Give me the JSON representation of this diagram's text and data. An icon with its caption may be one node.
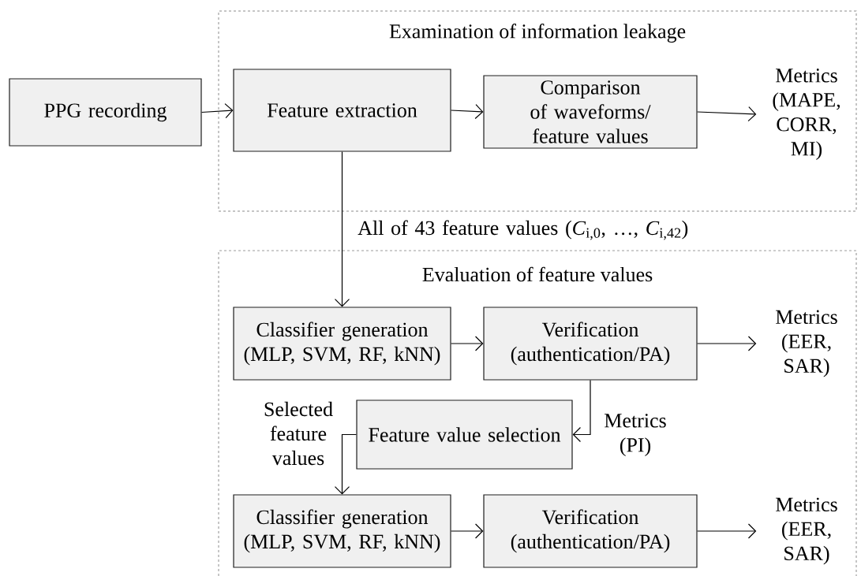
{
  "diagram": {
    "nodes": [
      {
        "text": [
          "PPG recording"
        ]
      },
      {
        "text": [
          "Examination of information leakage"
        ]
      },
      {
        "text": [
          "Feature extraction"
        ],
        "in": 1
      },
      {
        "text": [
          "Comparison of waveforms/ feature values"
        ],
        "in": 1
      },
      {
        "text": [
          "Metrics (MAPE, CORR, MI)"
        ],
        "in": 1
      },
      {
        "text": [
          "Evaluation of feature values"
        ]
      },
      {
        "text": [
          "Classifier generation (MLP, SVM, RF, kNN)"
        ],
        "in": 5
      },
      {
        "text": [
          "Verification (authentication/PA)"
        ],
        "in": 5
      },
      {
        "text": [
          "Metrics (EER, SAR)"
        ],
        "in": 5
      },
      {
        "text": [
          "Feature value selection"
        ],
        "in": 5
      },
      {
        "text": [
          "Classifier generation (MLP, SVM, RF, kNN)"
        ],
        "in": 5
      },
      {
        "text": [
          "Verification (authentication/PA)"
        ],
        "in": 5
      },
      {
        "text": [
          "Metrics (EER, SAR)"
        ],
        "in": 5
      }
    ],
    "edges": [
      {
        "from": 0,
        "to": 2,
        "arrow": "to"
      },
      {
        "from": 2,
        "to": 3,
        "arrow": "to"
      },
      {
        "from": 3,
        "to": 4,
        "arrow": "to"
      },
      {
        "from": 2,
        "to": 6,
        "arrow": "to",
        "label": "All of 43 feature values (*C*$_{i,0}$, …, *C*$_{i,42}$)"
      },
      {
        "from": 6,
        "to": 7,
        "arrow": "to"
      },
      {
        "from": 7,
        "to": 8,
        "arrow": "to"
      },
      {
        "from": 7,
        "to": 9,
        "arrow": "to",
        "label": "Metrics (PI)"
      },
      {
        "from": 9,
        "to": 10,
        "arrow": "to",
        "label": "Selected feature values"
      },
      {
        "from": 10,
        "to": 11,
        "arrow": "to"
      },
      {
        "from": 11,
        "to": 12,
        "arrow": "to"
      }
    ]
  }
}
